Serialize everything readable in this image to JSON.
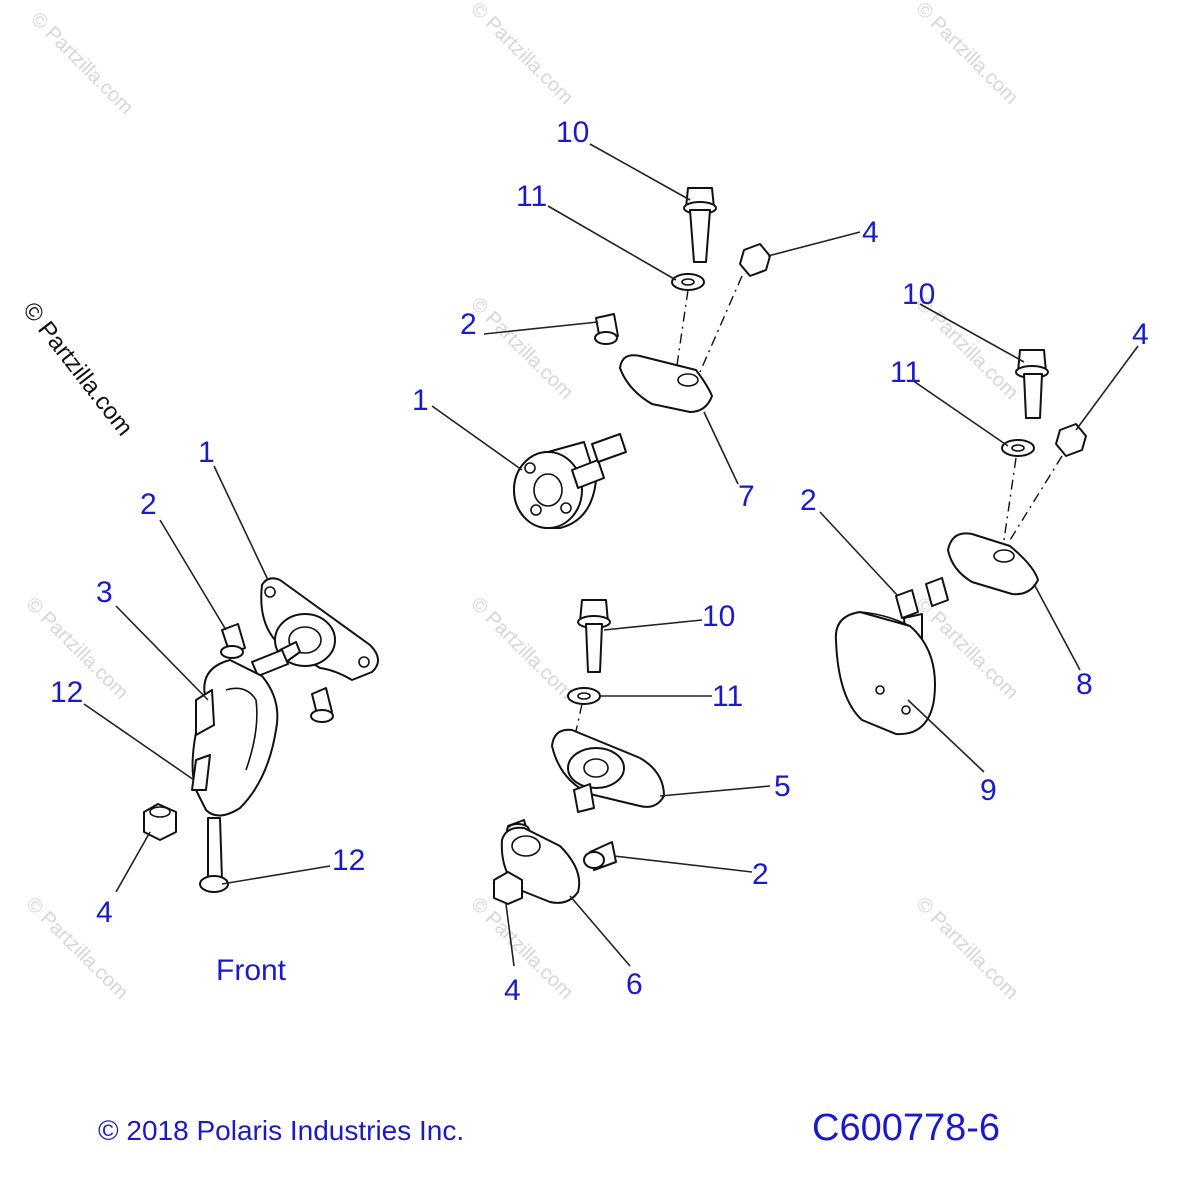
{
  "watermark": "© Partzilla.com",
  "callouts": {
    "c1a": "1",
    "c1b": "1",
    "c2a": "2",
    "c2b": "2",
    "c2c": "2",
    "c2d": "2",
    "c3": "3",
    "c4a": "4",
    "c4b": "4",
    "c4c": "4",
    "c4d": "4",
    "c5": "5",
    "c6": "6",
    "c7": "7",
    "c8": "8",
    "c9": "9",
    "c10a": "10",
    "c10b": "10",
    "c10c": "10",
    "c11a": "11",
    "c11b": "11",
    "c11c": "11",
    "c12a": "12",
    "c12b": "12"
  },
  "caption": "Front",
  "footer": {
    "copyright": "© 2018 Polaris Industries Inc.",
    "diagram_id": "C600778-6"
  },
  "colors": {
    "callout": "#1a1acc",
    "line": "#111111",
    "watermark": "#d6d6d6"
  }
}
